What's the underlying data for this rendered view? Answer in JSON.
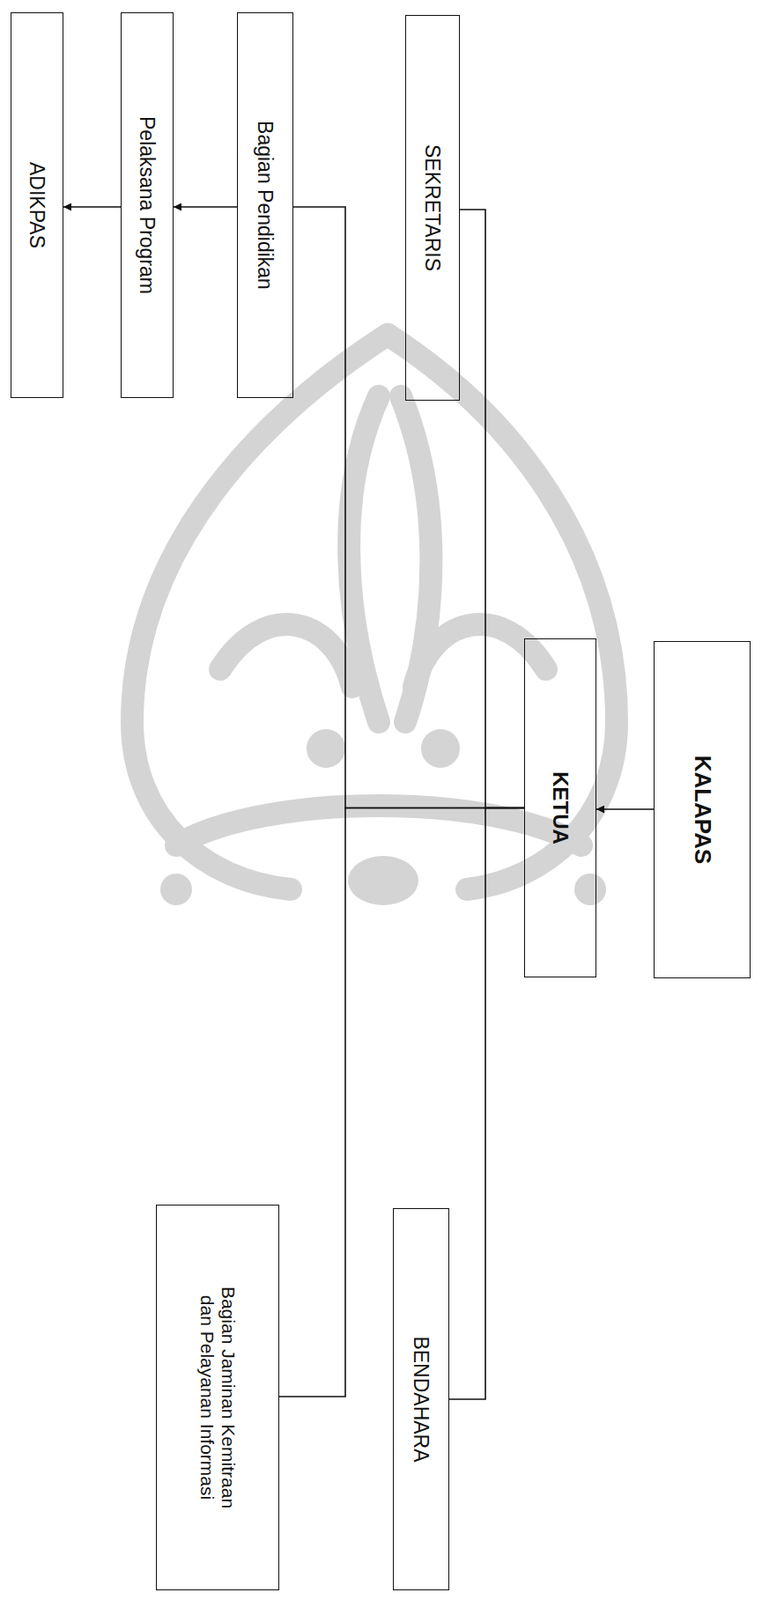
{
  "diagram": {
    "nodes": [
      {
        "text": [
          "KALAPAS"
        ]
      },
      {
        "text": [
          "KETUA"
        ]
      },
      {
        "text": [
          "SEKRETARIS"
        ]
      },
      {
        "text": [
          "BENDAHARA"
        ]
      },
      {
        "text": [
          "Bagian Pendidikan"
        ]
      },
      {
        "text": [
          "Bagian Jaminan Kemitraan dan Pelayanan Informasi"
        ]
      },
      {
        "text": [
          "Pelaksana Program"
        ]
      },
      {
        "text": [
          "ADIKPAS"
        ]
      }
    ],
    "edges": [
      {
        "from": 0,
        "to": 1,
        "arrow": "to"
      },
      {
        "from": 1,
        "to": 2,
        "arrow": "none"
      },
      {
        "from": 1,
        "to": 3,
        "arrow": "none"
      },
      {
        "from": 1,
        "to": 4,
        "arrow": "none"
      },
      {
        "from": 1,
        "to": 5,
        "arrow": "none"
      },
      {
        "from": 4,
        "to": 6,
        "arrow": "to"
      },
      {
        "from": 6,
        "to": 7,
        "arrow": "to"
      }
    ]
  }
}
